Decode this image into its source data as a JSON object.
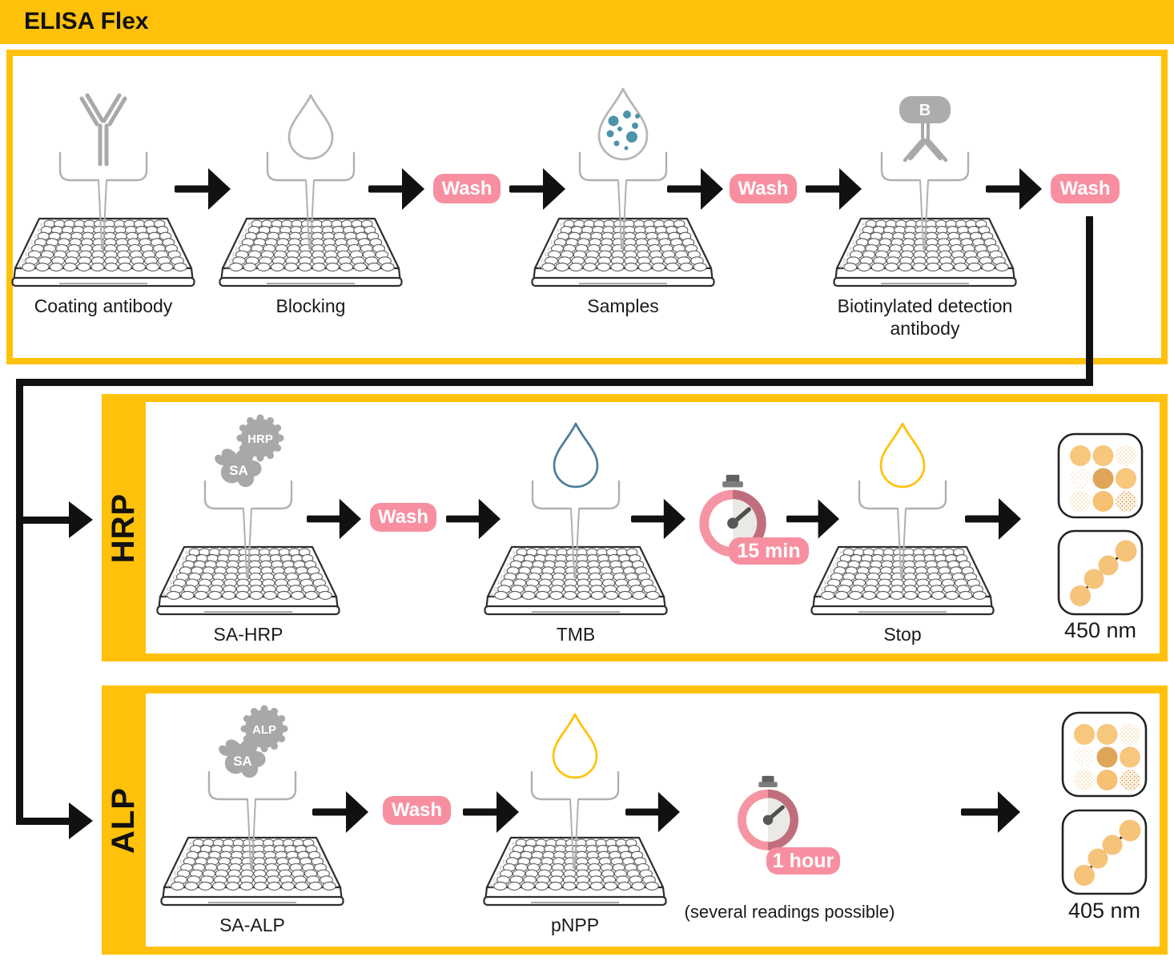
{
  "header": {
    "title": "ELISA Flex"
  },
  "colors": {
    "accent_yellow": "#FFC10A",
    "badge_pink": "#F88FA0",
    "timer_ring_dark": "#C06E7D",
    "sample_teal": "#4D93A9",
    "tmb_blue": "#4A7E97",
    "icon_gray": "#A9A9A9",
    "result_orange": "#F6C37A"
  },
  "top_row": {
    "wash": "Wash",
    "biotin_tag": "B",
    "steps": [
      {
        "label": "Coating antibody"
      },
      {
        "label": "Blocking"
      },
      {
        "label": "Samples"
      },
      {
        "label": "Biotinylated detection antibody"
      }
    ]
  },
  "hrp_row": {
    "tag": "HRP",
    "enzyme": "HRP",
    "sa": "SA",
    "wash": "Wash",
    "steps": [
      {
        "label": "SA-HRP"
      },
      {
        "label": "TMB"
      },
      {
        "label": "Stop"
      }
    ],
    "timer": "15 min",
    "readout": "450 nm"
  },
  "alp_row": {
    "tag": "ALP",
    "enzyme": "ALP",
    "sa": "SA",
    "wash": "Wash",
    "steps": [
      {
        "label": "SA-ALP"
      },
      {
        "label": "pNPP"
      }
    ],
    "timer": "1 hour",
    "note": "(several readings possible)",
    "readout": "405 nm"
  }
}
